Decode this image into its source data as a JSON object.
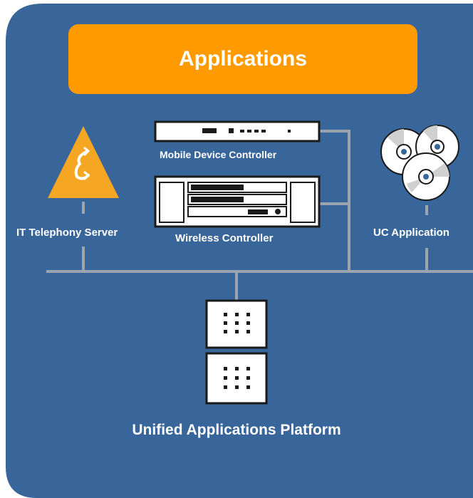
{
  "colors": {
    "panel": "#38659a",
    "banner": "#ff9a00",
    "connector": "#9aa5b1",
    "device_fill": "#ffffff",
    "device_stroke": "#1a1a1a",
    "server_icon": "#f5a623"
  },
  "banner": {
    "title": "Applications"
  },
  "nodes": {
    "mobile_device_controller": {
      "label": "Mobile Device Controller",
      "icon": "rack-appliance-icon"
    },
    "wireless_controller": {
      "label": "Wireless Controller",
      "icon": "chassis-icon"
    },
    "it_telephony_server": {
      "label": "IT Telephony Server",
      "icon": "telephony-server-icon"
    },
    "uc_application": {
      "label": "UC Application",
      "icon": "cd-stack-icon"
    },
    "platform": {
      "label": "Unified Applications Platform",
      "icon": "server-stack-icon"
    }
  }
}
